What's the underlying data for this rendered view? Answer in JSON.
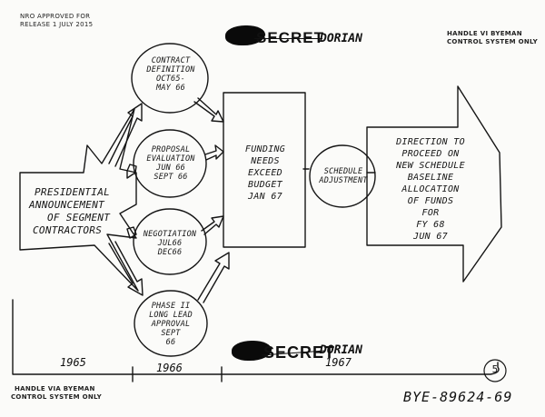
{
  "header": {
    "nro_line1": "NRO APPROVED FOR",
    "nro_line2": "RELEASE 1 JULY 2015",
    "handle_line1": "HANDLE VI  BYEMAN",
    "handle_line2": "CONTROL SYSTEM ONLY",
    "classification": "SECRET",
    "codeword": "DORIAN"
  },
  "nodes": {
    "presidential": [
      "PRESIDENTIAL",
      "ANNOUNCEMENT",
      "OF SEGMENT",
      "CONTRACTORS"
    ],
    "contract_definition": [
      "CONTRACT",
      "DEFINITION",
      "OCT65-",
      "MAY 66"
    ],
    "proposal_evaluation": [
      "PROPOSAL",
      "EVALUATION",
      "JUN 66",
      "SEPT 66"
    ],
    "negotiation": [
      "NEGOTIATION",
      "JUL66",
      "DEC66"
    ],
    "phase_ii": [
      "PHASE II",
      "LONG LEAD",
      "APPROVAL",
      "SEPT",
      "66"
    ],
    "funding": [
      "FUNDING",
      "NEEDS",
      "EXCEED",
      "BUDGET",
      "JAN 67"
    ],
    "schedule": [
      "SCHEDULE",
      "ADJUSTMENT"
    ],
    "direction": [
      "DIRECTION TO",
      "PROCEED ON",
      "NEW SCHEDULE",
      "BASELINE",
      "ALLOCATION",
      "OF FUNDS",
      "FOR",
      "FY 68",
      "JUN 67"
    ]
  },
  "timeline": {
    "years": [
      "1965",
      "1966",
      "1967"
    ],
    "page_number": "5"
  },
  "footer": {
    "handle_line1": "HANDLE VIA BYEMAN",
    "handle_line2": "CONTROL SYSTEM ONLY",
    "doc_id": "BYE-89624-69"
  }
}
